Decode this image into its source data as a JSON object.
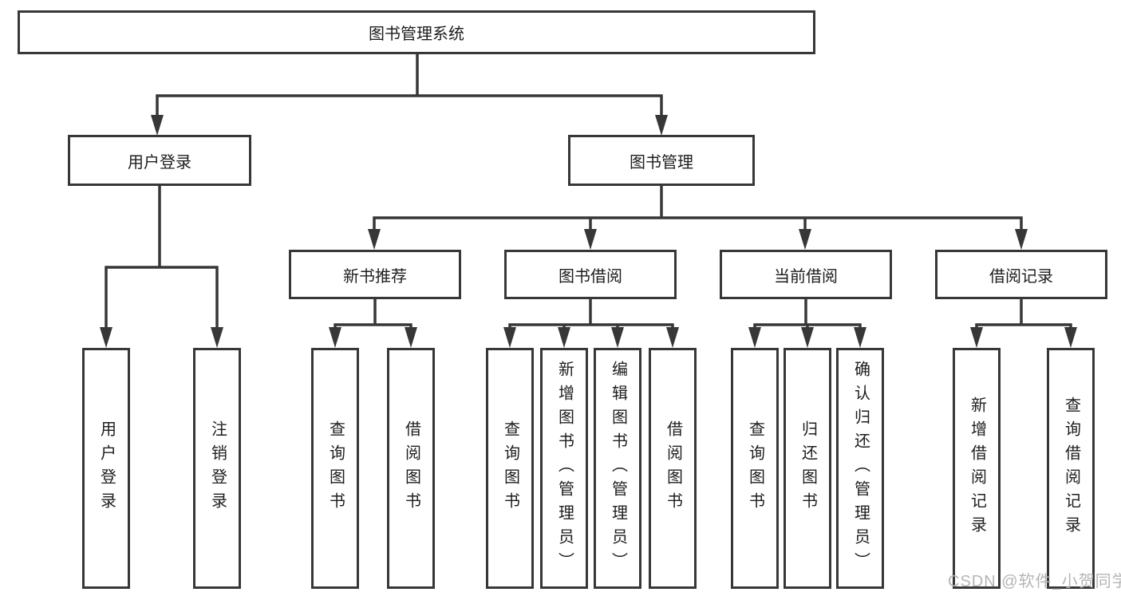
{
  "diagram": {
    "type": "hierarchy-tree",
    "tree": {
      "label": "图书管理系统",
      "children": [
        {
          "label": "用户登录",
          "children": [
            {
              "label": "用户登录"
            },
            {
              "label": "注销登录"
            }
          ]
        },
        {
          "label": "图书管理",
          "children": [
            {
              "label": "新书推荐",
              "children": [
                {
                  "label": "查询图书"
                },
                {
                  "label": "借阅图书"
                }
              ]
            },
            {
              "label": "图书借阅",
              "children": [
                {
                  "label": "查询图书"
                },
                {
                  "label": "新增图书（管理员）"
                },
                {
                  "label": "编辑图书（管理员）"
                },
                {
                  "label": "借阅图书"
                }
              ]
            },
            {
              "label": "当前借阅",
              "children": [
                {
                  "label": "查询图书"
                },
                {
                  "label": "归还图书"
                },
                {
                  "label": "确认归还（管理员）"
                }
              ]
            },
            {
              "label": "借阅记录",
              "children": [
                {
                  "label": "新增借阅记录"
                },
                {
                  "label": "查询借阅记录"
                }
              ]
            }
          ]
        }
      ]
    }
  },
  "watermark": "CSDN @软件_小贺同学",
  "colors": {
    "line": "#373737",
    "text": "#1d1d1d",
    "watermark": "#b5b5b5",
    "background": "#ffffff"
  }
}
